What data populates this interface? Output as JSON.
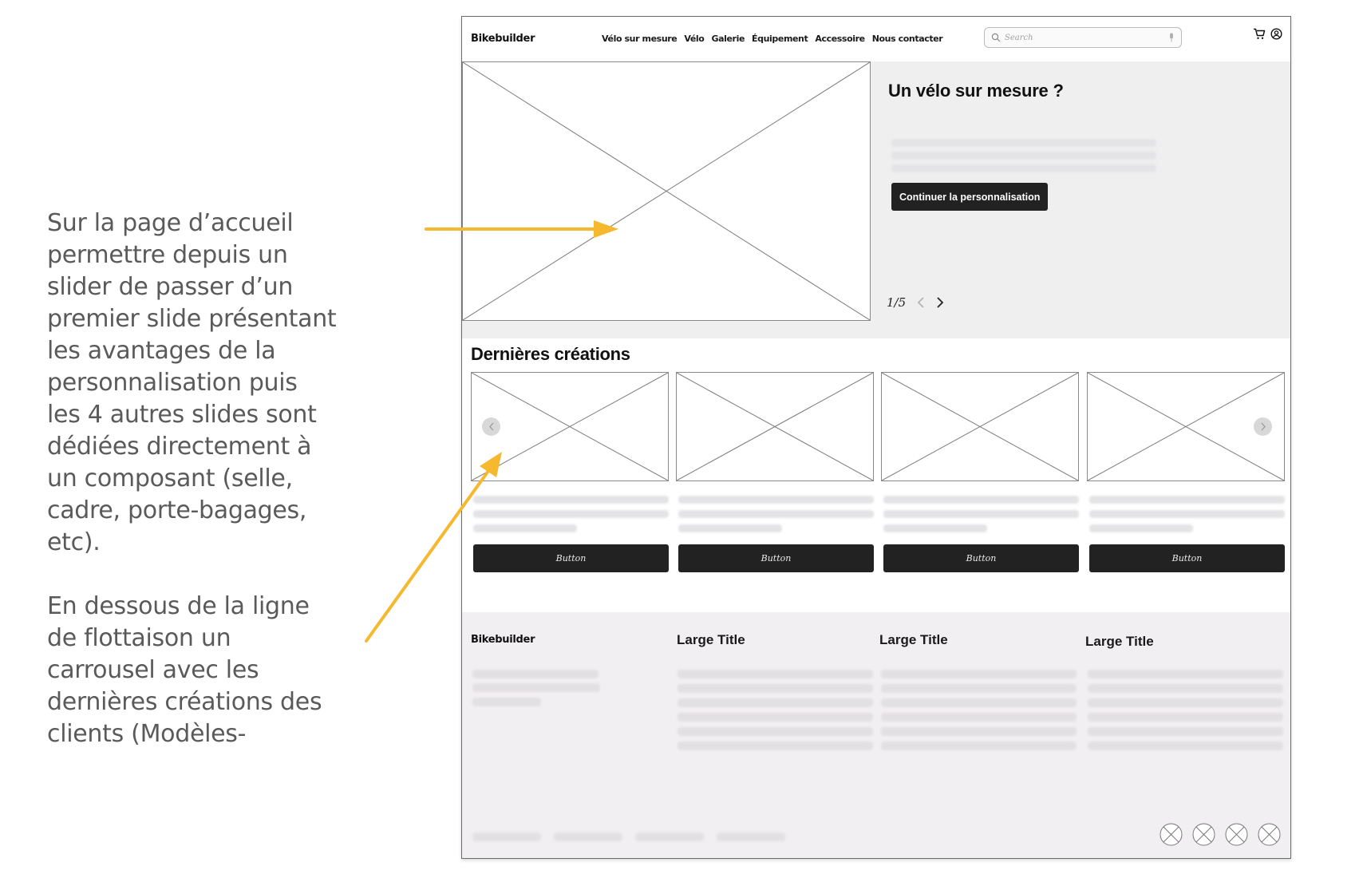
{
  "annotation": {
    "paragraph_1_lines": [
      "Sur la page d’accueil",
      "permettre depuis un",
      "slider de passer d’un",
      "premier slide présentant",
      "les avantages de la",
      "personnalisation puis",
      "les 4 autres slides sont",
      "dédiées directement à",
      "un composant (selle,",
      "cadre, porte-bagages,",
      "etc)."
    ],
    "paragraph_2_lines": [
      "En dessous de la ligne",
      "de flottaison un",
      "carrousel avec les",
      "dernières créations des",
      "clients (Modèles-"
    ],
    "arrow_color": "#F5B82E"
  },
  "header": {
    "logo": "Bikebuilder",
    "nav": [
      {
        "label": "Vélo sur mesure"
      },
      {
        "label": "Vélo"
      },
      {
        "label": "Galerie"
      },
      {
        "label": "Équipement"
      },
      {
        "label": "Accessoire"
      },
      {
        "label": "Nous contacter"
      }
    ],
    "search": {
      "placeholder": "Search",
      "value": ""
    },
    "icons": [
      "cart-icon",
      "user-account-icon"
    ]
  },
  "hero": {
    "title": "Un vélo sur mesure ?",
    "cta_label": "Continuer la personnalisation",
    "slide_counter": "1/5",
    "current_slide": 1,
    "total_slides": 5,
    "background": "#EFEFF0"
  },
  "latest": {
    "title": "Dernières créations",
    "cards": [
      {
        "button_label": "Button"
      },
      {
        "button_label": "Button"
      },
      {
        "button_label": "Button"
      },
      {
        "button_label": "Button"
      }
    ]
  },
  "footer": {
    "logo": "Bikebuilder",
    "columns": [
      {
        "title": "Large Title"
      },
      {
        "title": "Large Title"
      },
      {
        "title": "Large Title"
      }
    ],
    "social_icons": 4,
    "background": "#F2EFF2"
  },
  "colors": {
    "button_dark": "#222222",
    "placeholder_border": "#8A8A8A",
    "skeleton": "#E4E4E6",
    "annotation_text": "#5A5A5A"
  }
}
